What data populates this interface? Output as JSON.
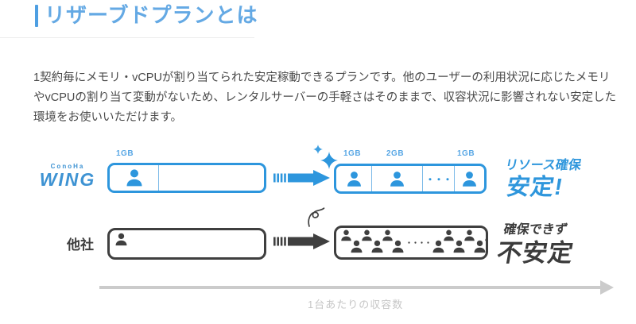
{
  "header": {
    "title": "リザーブドプランとは"
  },
  "description": "1契約毎にメモリ・vCPUが割り当てられた安定稼動できるプランです。他のユーザーの利用状況に応じたメモリやvCPUの割り当て変動がないため、レンタルサーバーの手軽さはそのままで、収容状況に影響されない安定した環境をお使いいただけます。",
  "diagram": {
    "wing": {
      "brand_top": "ConoHa",
      "brand_main": "WING",
      "before_label": "1GB",
      "after_labels": [
        "1GB",
        "2GB",
        "1GB"
      ],
      "ellipsis": "・・・",
      "result_small": "リソース確保",
      "result_big": "安定!"
    },
    "other": {
      "label": "他社",
      "ellipsis": "・・・・",
      "result_small": "確保できず",
      "result_big": "不安定"
    },
    "axis_label": "1台あたりの収容数",
    "colors": {
      "blue": "#2D96DD",
      "title_blue": "#64A9E4",
      "dark": "#3F3F3F",
      "axis_gray": "#CBCBCB"
    }
  }
}
